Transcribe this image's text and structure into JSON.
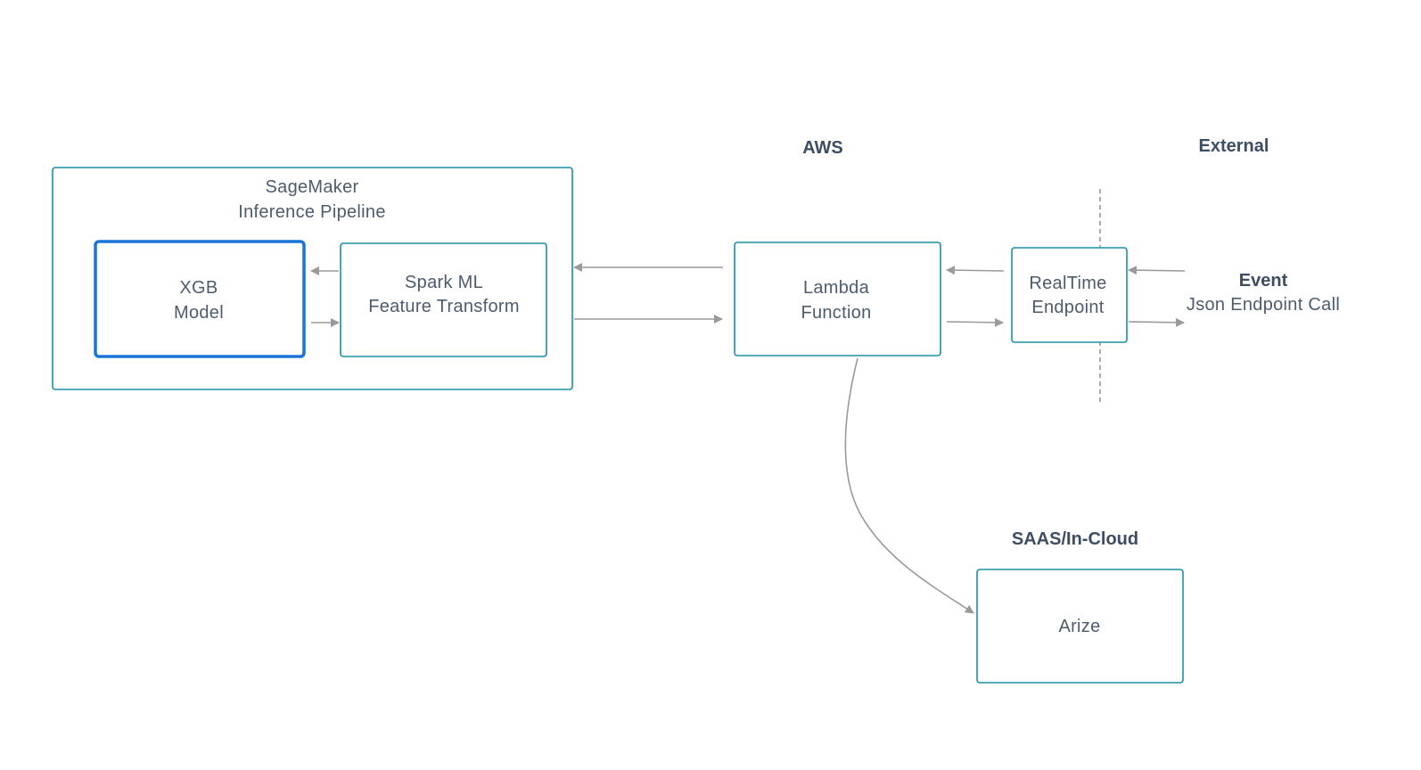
{
  "zones": {
    "aws": "AWS",
    "external": "External",
    "saas": "SAAS/In-Cloud"
  },
  "pipeline": {
    "title_line1": "SageMaker",
    "title_line2": "Inference Pipeline"
  },
  "nodes": {
    "xgb_line1": "XGB",
    "xgb_line2": "Model",
    "spark_line1": "Spark ML",
    "spark_line2": "Feature Transform",
    "lambda_line1": "Lambda",
    "lambda_line2": "Function",
    "realtime_line1": "RealTime",
    "realtime_line2": "Endpoint",
    "arize": "Arize"
  },
  "event": {
    "title": "Event",
    "subtitle": "Json Endpoint Call"
  },
  "colors": {
    "box_border": "#1c8fa6",
    "selected_border": "#1a73d9",
    "arrow": "#9a9a9a",
    "text": "#4d5b6e",
    "label": "#3d4d63"
  }
}
